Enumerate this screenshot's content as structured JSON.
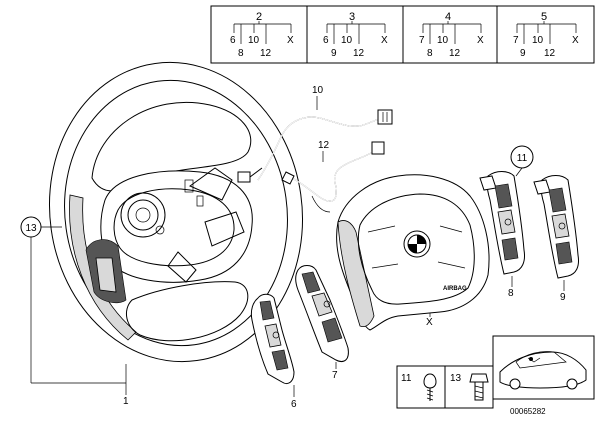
{
  "table": {
    "columns": [
      {
        "id": "2",
        "top": [
          "6",
          "10",
          "X"
        ],
        "bottom": [
          "8",
          "12"
        ]
      },
      {
        "id": "3",
        "top": [
          "6",
          "10",
          "X"
        ],
        "bottom": [
          "9",
          "12"
        ]
      },
      {
        "id": "4",
        "top": [
          "7",
          "10",
          "X"
        ],
        "bottom": [
          "8",
          "12"
        ]
      },
      {
        "id": "5",
        "top": [
          "7",
          "10",
          "X"
        ],
        "bottom": [
          "9",
          "12"
        ]
      }
    ]
  },
  "callouts": {
    "wheel": "1",
    "wheel_circle": "13",
    "cable_long": "10",
    "cable_short": "12",
    "airbag": "X",
    "switch_a": "6",
    "switch_b": "7",
    "switch_c": "8",
    "switch_d": "9",
    "switch_circle": "11"
  },
  "legend": {
    "item1": "11",
    "item2": "13"
  },
  "doc_number": "00065282"
}
